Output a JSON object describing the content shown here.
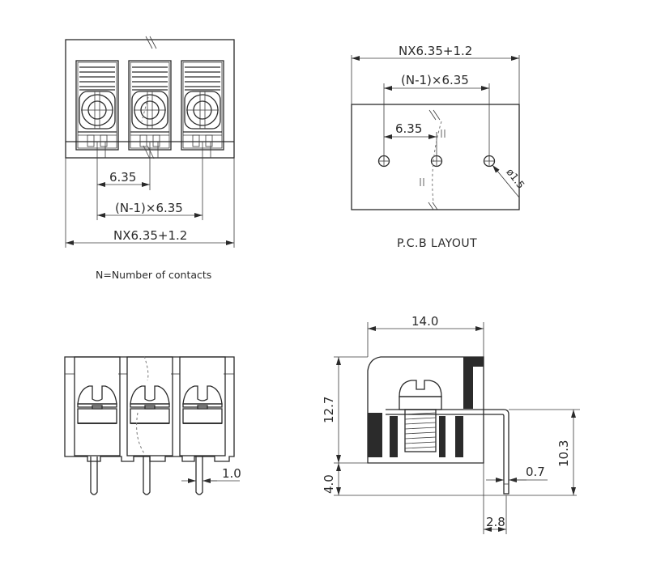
{
  "front_view": {
    "dim_pitch": "6.35",
    "dim_span": "(N-1)×6.35",
    "dim_total": "NX6.35+1.2",
    "note": "N=Number of contacts",
    "positions": 3
  },
  "pcb_layout": {
    "title": "P.C.B LAYOUT",
    "dim_total": "NX6.35+1.2",
    "dim_span": "(N-1)×6.35",
    "dim_pitch": "6.35",
    "hole_diameter": "ø1.5"
  },
  "bottom_front_view": {
    "pin_width": "1.0"
  },
  "side_view": {
    "width": "14.0",
    "body_height": "12.7",
    "pin_length": "4.0",
    "overall_height": "10.3",
    "pin_thickness": "0.7",
    "pin_offset": "2.8"
  },
  "colors": {
    "line": "#2a2a2a",
    "fill": "#2b2b2b",
    "background": "#ffffff"
  }
}
